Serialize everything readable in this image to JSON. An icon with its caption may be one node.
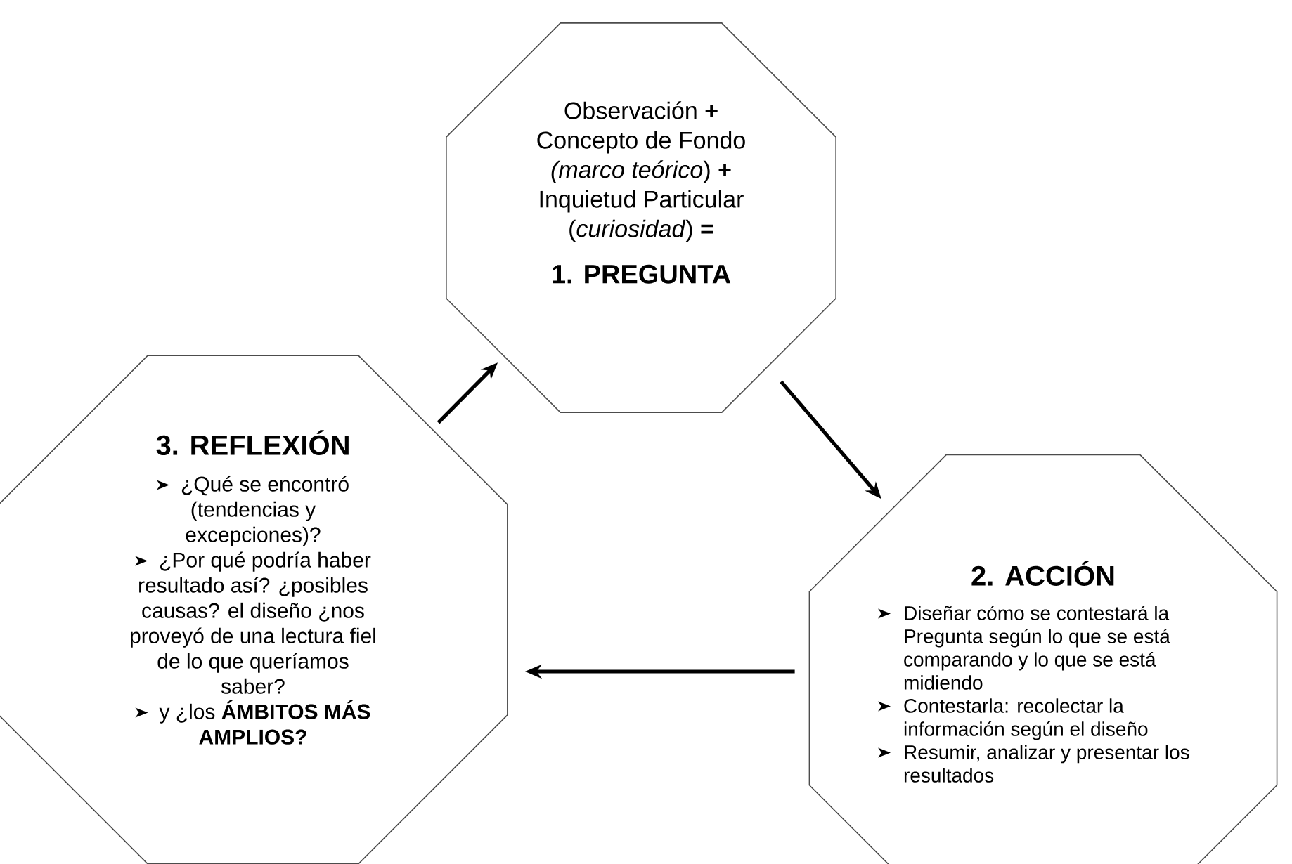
{
  "diagram": {
    "nodes": [
      {
        "text": [
          "Observación **+** Concepto de Fondo *(marco teórico*) **+** Inquietud Particular (*curiosidad*) **=**",
          "1. PREGUNTA"
        ]
      },
      {
        "text": [
          "2. ACCIÓN",
          "Diseñar cómo se contestará la Pregunta según lo que se está comparando y lo que se está midiendo",
          "Contestarla: recolectar la información según el diseño",
          "Resumir, analizar y presentar los resultados"
        ]
      },
      {
        "text": [
          "3. REFLEXIÓN",
          "¿Qué se encontró (tendencias y excepciones)?",
          "¿Por qué podría haber resultado así? ¿posibles causas? el diseño ¿nos proveyó de una lectura fiel de lo que queríamos saber?",
          "y ¿los **ÁMBITOS MÁS AMPLIOS?**"
        ]
      }
    ],
    "edges": [
      {
        "from": 0,
        "to": 1,
        "arrow": "to"
      },
      {
        "from": 1,
        "to": 2,
        "arrow": "to"
      },
      {
        "from": 2,
        "to": 0,
        "arrow": "to"
      }
    ]
  }
}
